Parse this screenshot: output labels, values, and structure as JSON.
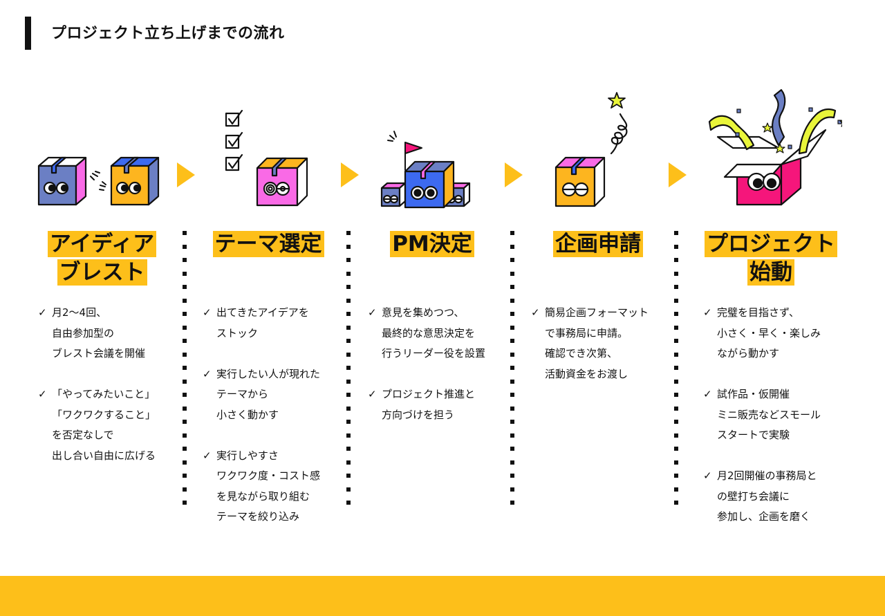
{
  "header": {
    "title": "プロジェクト立ち上げまでの流れ"
  },
  "colors": {
    "accent_yellow": "#fdbf1a",
    "box_blue": "#6b7fc4",
    "box_bright_blue": "#3d6af0",
    "box_pink": "#f96ae6",
    "box_magenta": "#f5167b",
    "box_orange": "#fdb51f",
    "streamer_lime": "#e9f53a"
  },
  "steps": [
    {
      "title_lines": [
        "アイディア",
        "ブレスト"
      ],
      "illustration": "two-talking-boxes-icon",
      "bullets": [
        [
          "月2〜4回、",
          "自由参加型の",
          "ブレスト会議を開催"
        ],
        [
          "「やってみたいこと」",
          "「ワクワクすること」",
          "を否定なしで",
          "出し合い自由に広げる"
        ]
      ]
    },
    {
      "title_lines": [
        "テーマ選定"
      ],
      "illustration": "box-with-checklist-icon",
      "bullets": [
        [
          "出てきたアイデアを",
          "ストック"
        ],
        [
          "実行したい人が現れた",
          "テーマから",
          "小さく動かす"
        ],
        [
          "実行しやすさ",
          "ワクワク度・コスト感",
          "を見ながら取り組む",
          "テーマを絞り込み"
        ]
      ]
    },
    {
      "title_lines": [
        "PM決定"
      ],
      "illustration": "leader-box-with-flag-icon",
      "bullets": [
        [
          "意見を集めつつ、",
          "最終的な意思決定を",
          "行うリーダー役を設置"
        ],
        [
          "プロジェクト推進と",
          "方向づけを担う"
        ]
      ]
    },
    {
      "title_lines": [
        "企画申請"
      ],
      "illustration": "box-with-spring-star-icon",
      "bullets": [
        [
          "簡易企画フォーマット",
          "で事務局に申請。",
          "確認でき次第、",
          "活動資金をお渡し"
        ]
      ]
    },
    {
      "title_lines": [
        "プロジェクト",
        "始動"
      ],
      "illustration": "open-box-confetti-icon",
      "bullets": [
        [
          "完璧を目指さず、",
          "小さく・早く・楽しみ",
          "ながら動かす"
        ],
        [
          "試作品・仮開催",
          "ミニ販売などスモール",
          "スタートで実験"
        ],
        [
          "月2回開催の事務局と",
          "の壁打ち会議に",
          "参加し、企画を磨く"
        ]
      ]
    }
  ],
  "check_glyph": "✓"
}
